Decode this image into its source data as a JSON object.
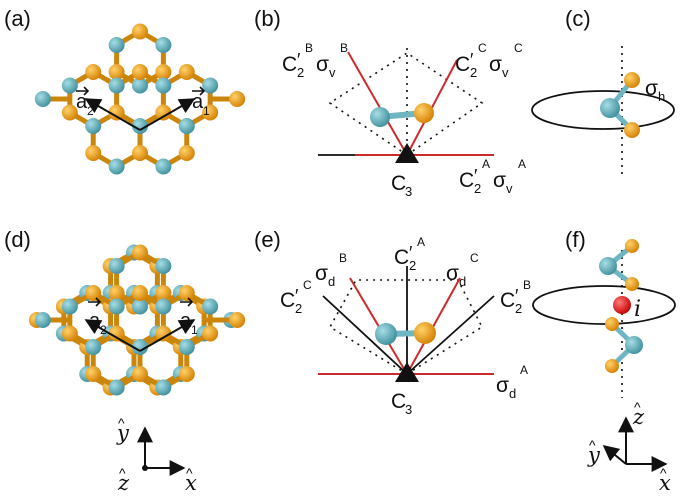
{
  "panels": {
    "a": {
      "label": "(a)",
      "vec1": "a",
      "sub1": "1",
      "vec2": "a",
      "sub2": "2"
    },
    "b": {
      "label": "(b)",
      "c3": "C",
      "c3_sub": "3",
      "axisB": {
        "C": "C",
        "prime": "′",
        "sub": "2",
        "sup": "B",
        "sigma": "σ",
        "sigma_sub": "v",
        "sigma_sup": "B"
      },
      "axisC": {
        "C": "C",
        "prime": "′",
        "sub": "2",
        "sup": "C",
        "sigma": "σ",
        "sigma_sub": "v",
        "sigma_sup": "C"
      },
      "axisA": {
        "C": "C",
        "prime": "′",
        "sub": "2",
        "sup": "A",
        "sigma": "σ",
        "sigma_sub": "v",
        "sigma_sup": "A"
      }
    },
    "c": {
      "label": "(c)",
      "sigma": "σ",
      "sigma_sub": "h"
    },
    "d": {
      "label": "(d)",
      "vec1": "a",
      "sub1": "1",
      "vec2": "a",
      "sub2": "2"
    },
    "e": {
      "label": "(e)",
      "c3": "C",
      "c3_sub": "3",
      "sd": {
        "B": {
          "s": "σ",
          "sub": "d",
          "sup": "B"
        },
        "C": {
          "s": "σ",
          "sub": "d",
          "sup": "C"
        },
        "A": {
          "s": "σ",
          "sub": "d",
          "sup": "A"
        }
      },
      "c2": {
        "A": {
          "C": "C",
          "prime": "′",
          "sub": "2",
          "sup": "A"
        },
        "C": {
          "C": "C",
          "prime": "′",
          "sub": "2",
          "sup": "C"
        },
        "B": {
          "C": "C",
          "prime": "′",
          "sub": "2",
          "sup": "B"
        }
      }
    },
    "f": {
      "label": "(f)",
      "inv": "i"
    }
  },
  "axes_xy": {
    "y": "y",
    "z": "z",
    "x": "x",
    "hat": "^"
  },
  "axes_xz": {
    "y": "y",
    "z": "z",
    "x": "x",
    "hat": "^"
  },
  "colors": {
    "atom_a": "#e8940a",
    "atom_b": "#5fb3c0",
    "red_line": "#cc2b2b",
    "inversion": "#e52020",
    "ink": "#111111"
  }
}
